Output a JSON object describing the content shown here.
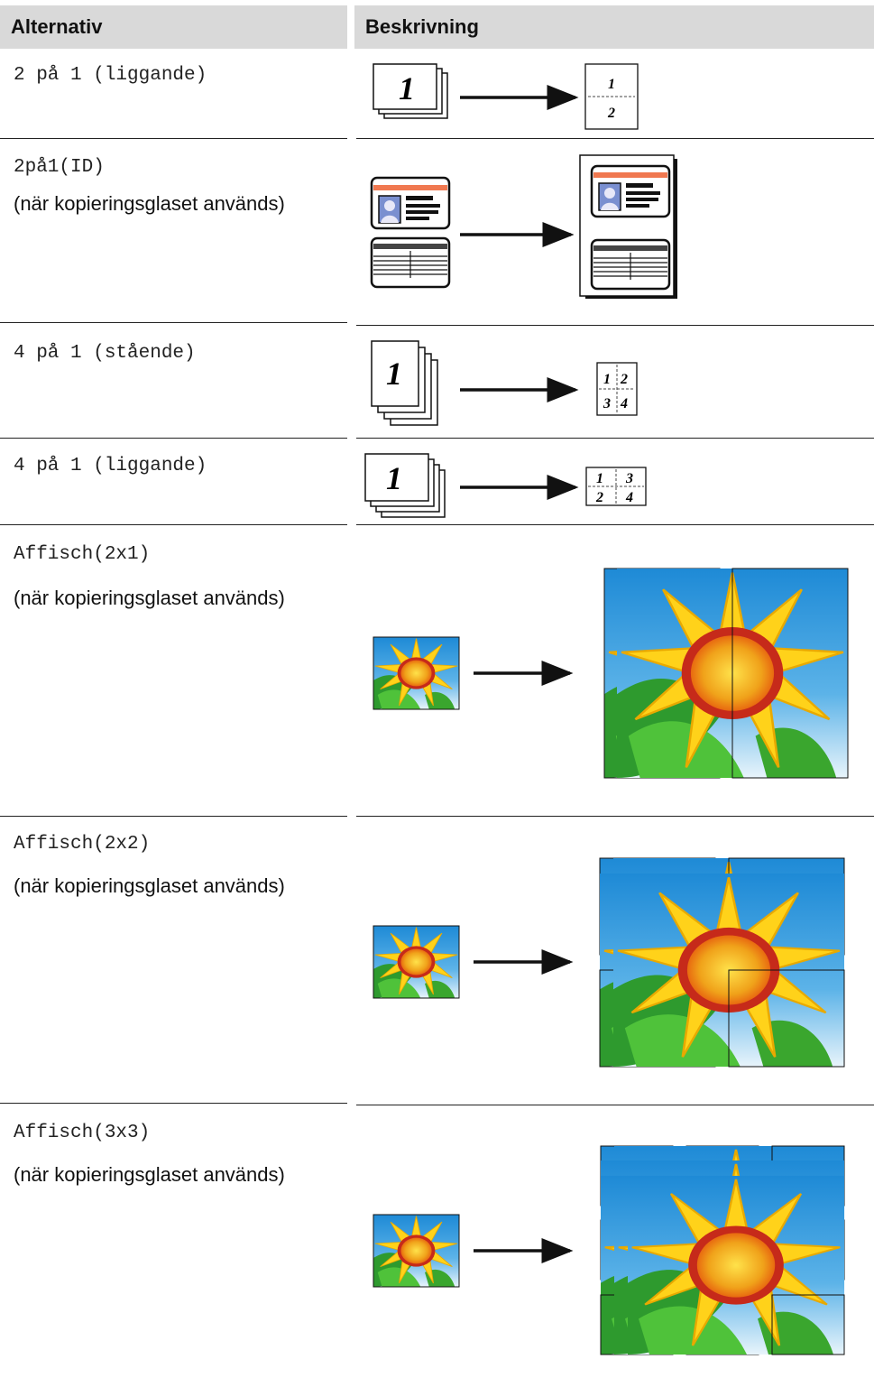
{
  "header": {
    "col1": "Alternativ",
    "col2": "Beskrivning"
  },
  "rows": [
    {
      "option": "2 på 1 (liggande)",
      "note": ""
    },
    {
      "option": "2på1(ID)",
      "note": "(när kopieringsglaset används)"
    },
    {
      "option": "4 på 1 (stående)",
      "note": ""
    },
    {
      "option": "4 på 1 (liggande)",
      "note": ""
    },
    {
      "option": "Affisch(2x1)",
      "note": "(när kopieringsglaset används)"
    },
    {
      "option": "Affisch(2x2)",
      "note": "(när kopieringsglaset används)"
    },
    {
      "option": "Affisch(3x3)",
      "note": "(när kopieringsglaset används)"
    }
  ],
  "illustration_text": {
    "page_1": "1",
    "page_2": "2",
    "page_3": "3",
    "page_4": "4"
  }
}
